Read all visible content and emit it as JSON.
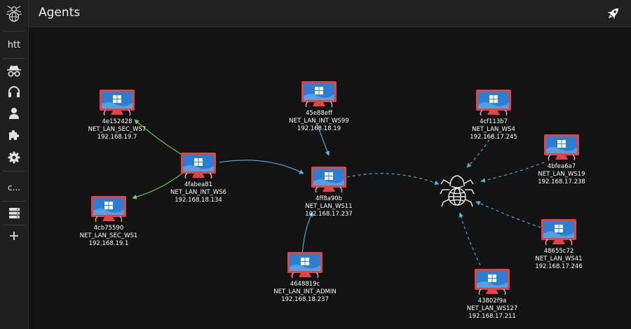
{
  "sidebar": {
    "brand_icon": "spider-globe-logo",
    "items": [
      {
        "label": "htt"
      },
      {
        "icon": "spy-icon"
      },
      {
        "icon": "headphones-icon"
      },
      {
        "icon": "user-icon"
      },
      {
        "icon": "puzzle-icon"
      },
      {
        "icon": "gear-icon"
      },
      {
        "label": "c..."
      },
      {
        "icon": "server-stack-icon"
      },
      {
        "icon": "plus-icon"
      }
    ]
  },
  "header": {
    "title": "Agents",
    "action_icon": "rocket-icon"
  },
  "colors": {
    "beacon": "#4fb5e6",
    "smb": "#6ee03a",
    "frame": "#e8423f",
    "screen": "#2a7fd4"
  },
  "agents": {
    "a1": {
      "id": "4e152428",
      "name": "NET_LAN_SEC_WS7",
      "ip": "192.168.19.7"
    },
    "a2": {
      "id": "4cb75590",
      "name": "NET_LAN_SEC_WS1",
      "ip": "192.168.19.1"
    },
    "a3": {
      "id": "4fabea81",
      "name": "NET_LAN_INT_WS6",
      "ip": "192.168.18.134"
    },
    "a4": {
      "id": "45e88eff",
      "name": "NET_LAN_INT_WS99",
      "ip": "192.168.18.19"
    },
    "a5": {
      "id": "4ff8a90b",
      "name": "NET_LAN_WS11",
      "ip": "192.168.17.237"
    },
    "a6": {
      "id": "4648819c",
      "name": "NET_LAN_INT_ADMIN",
      "ip": "192.168.18.237"
    },
    "a7": {
      "id": "4cf113b7",
      "name": "NET_LAN_WS4",
      "ip": "192.168.17.245"
    },
    "a8": {
      "id": "4bfea6a7",
      "name": "NET_LAN_WS19",
      "ip": "192.168.17.238"
    },
    "a9": {
      "id": "48655c72",
      "name": "NET_LAN_WS41",
      "ip": "192.168.17.246"
    },
    "a10": {
      "id": "43802f9a",
      "name": "NET_LAN_WS127",
      "ip": "192.168.17.211"
    }
  },
  "server": {
    "icon": "spider-globe-icon"
  }
}
